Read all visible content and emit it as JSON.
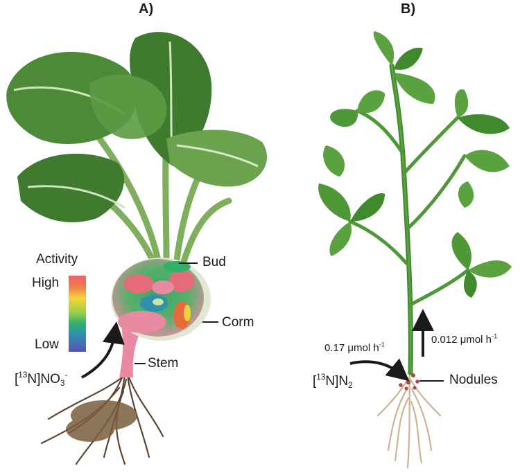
{
  "panel_a": {
    "label": "A)",
    "legend": {
      "title": "Activity",
      "high": "High",
      "low": "Low"
    },
    "labels": {
      "bud": "Bud",
      "corm": "Corm",
      "stem": "Stem"
    },
    "tracer": {
      "open": "[",
      "isotope": "13",
      "core": "N]NO",
      "sub": "3",
      "sup": "-"
    }
  },
  "panel_b": {
    "label": "B)",
    "labels": {
      "nodules": "Nodules"
    },
    "rate_in": {
      "value": "0.17 μmol h",
      "exp": "-1"
    },
    "rate_up": {
      "value": "0.012 μmol h",
      "exp": "-1"
    },
    "tracer": {
      "open": "[",
      "isotope": "13",
      "core": "N]N",
      "sub": "2"
    }
  },
  "colors": {
    "leaf_dark": "#3f7a2e",
    "leaf_light": "#8fbf6a",
    "leaf_b": "#5aa13f",
    "leaf_b_dark": "#3f8a2c",
    "root": "#c9b394",
    "nodule": "#a84a4a",
    "activity_high": "#f0606b",
    "activity_low": "#5a52b8"
  }
}
